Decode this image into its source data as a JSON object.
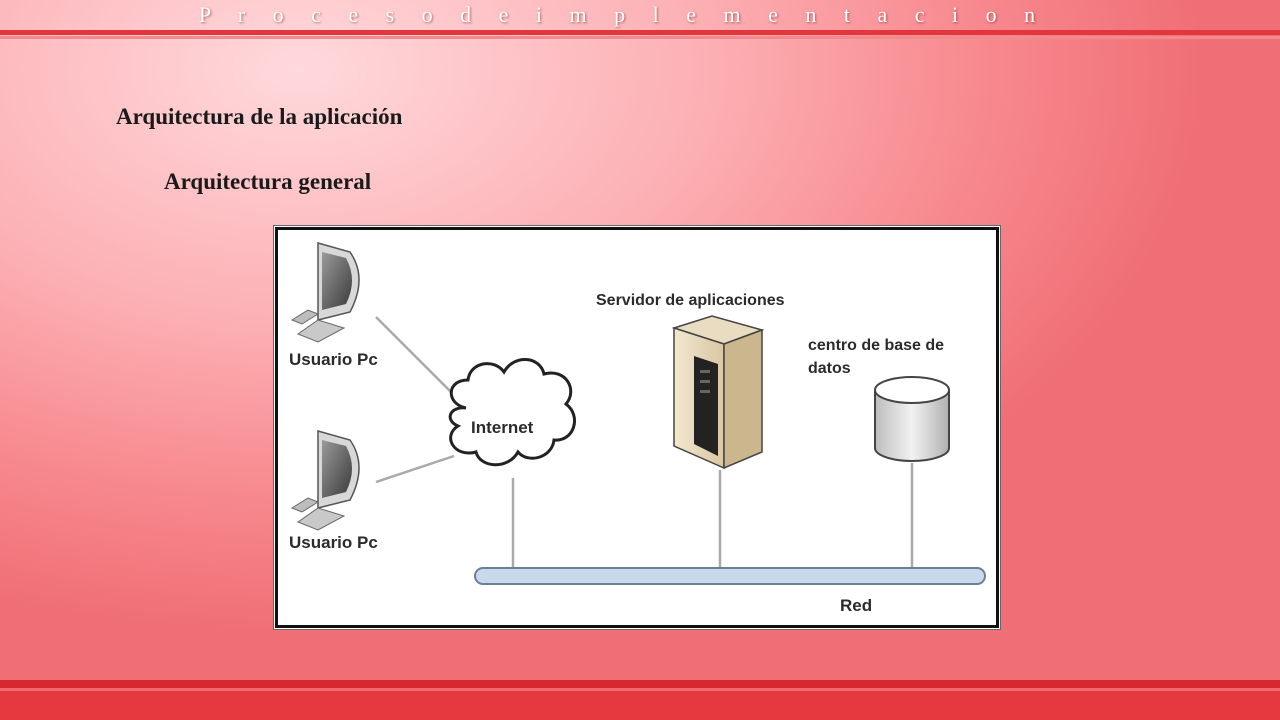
{
  "slide": {
    "title": "P r o c e s o   d e   i m p l e m e n t a c i o n",
    "heading": "Arquitectura de la aplicación",
    "subheading": "Arquitectura general"
  },
  "diagram": {
    "nodes": {
      "pc1_label": "Usuario Pc",
      "pc2_label": "Usuario Pc",
      "internet_label": "Internet",
      "server_label": "Servidor de aplicaciones",
      "db_label_line1": "centro de base de",
      "db_label_line2": "datos",
      "network_label": "Red"
    },
    "icons": [
      "desktop-computer-icon",
      "cloud-icon",
      "server-tower-icon",
      "database-cylinder-icon"
    ]
  }
}
